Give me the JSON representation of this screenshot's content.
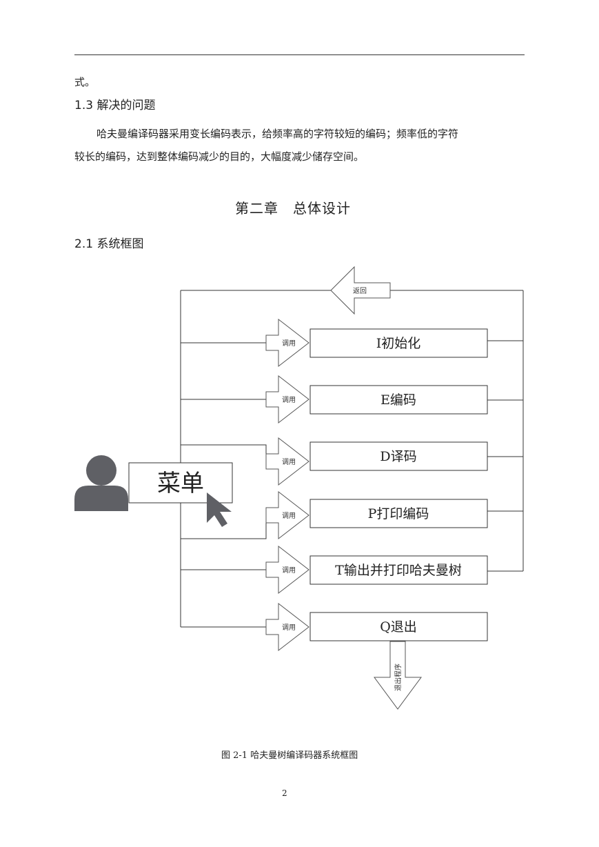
{
  "text": {
    "cont": "式。",
    "section_1_3": "1.3 解决的问题",
    "para_line1": "哈夫曼编译码器采用变长编码表示，给频率高的字符较短的编码；频率低的字符",
    "para_line2": "较长的编码，达到整体编码减少的目的，大幅度减少储存空间。",
    "chapter": "第二章　总体设计",
    "section_2_1": "2.1  系统框图",
    "caption": "图 2-1 哈夫曼树编译码器系统框图",
    "page_number": "2"
  },
  "diagram": {
    "menu_label": "菜单",
    "return_label": "返回",
    "call_label": "调用",
    "exit_label": "退出程序",
    "boxes": [
      {
        "id": "init",
        "label": "I初始化"
      },
      {
        "id": "encode",
        "label": "E编码"
      },
      {
        "id": "decode",
        "label": "D译码"
      },
      {
        "id": "print",
        "label": "P打印编码"
      },
      {
        "id": "tree",
        "label": "T输出并打印哈夫曼树"
      },
      {
        "id": "quit",
        "label": "Q退出"
      }
    ]
  },
  "colors": {
    "user_icon": "#5f6065",
    "cursor": "#5f6065",
    "line": "#333333"
  }
}
